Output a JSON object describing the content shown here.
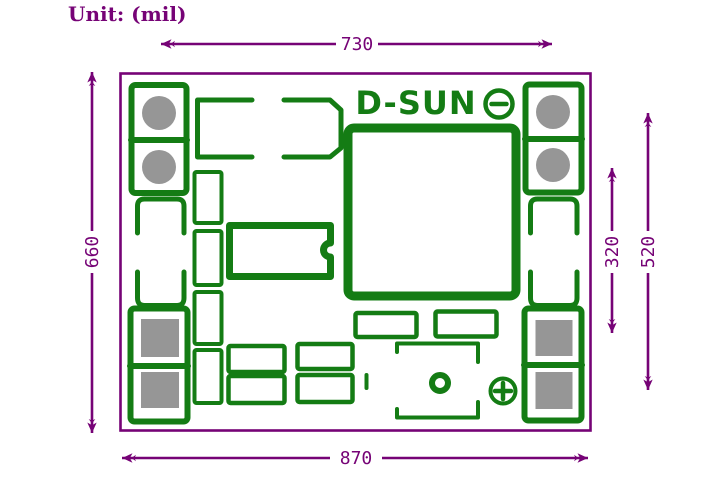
{
  "unit_label": "Unit: (mil)",
  "brand": "D-SUN",
  "dimensions": {
    "top_width": "730",
    "bottom_width": "870",
    "left_height": "660",
    "right_inner_height": "320",
    "right_outer_height": "520"
  },
  "colors": {
    "dimension": "#760376",
    "silkscreen": "#147c14",
    "pad": "#969696",
    "background": "#ffffff"
  },
  "icons": {
    "negative_terminal": "circled-minus",
    "positive_terminal": "circled-plus"
  }
}
